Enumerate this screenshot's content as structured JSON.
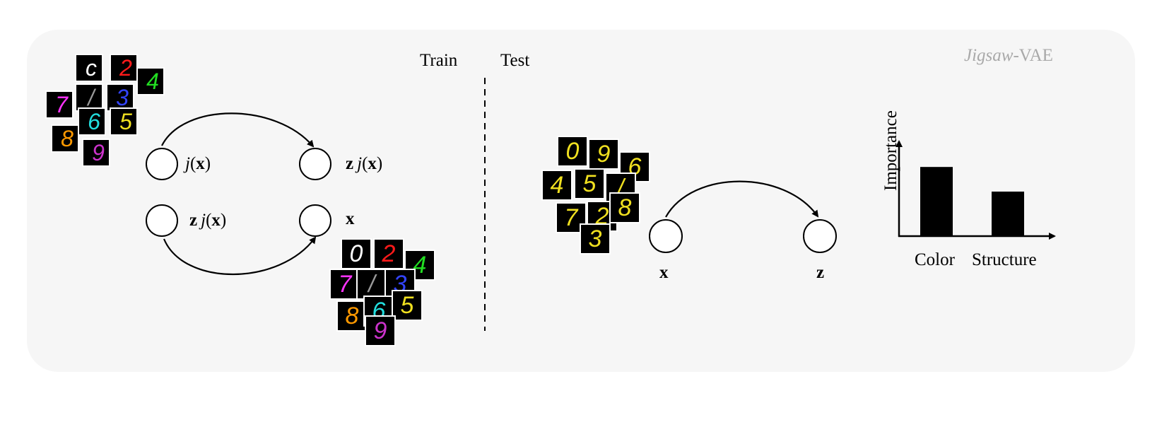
{
  "title": {
    "italic_part": "Jigsaw",
    "rest": "-VAE"
  },
  "sections": {
    "train": "Train",
    "test": "Test"
  },
  "train_nodes": [
    {
      "id": "jx",
      "italic": "j",
      "paren_open": "(",
      "bold": "x",
      "paren_close": ")"
    },
    {
      "id": "zjx_top",
      "bold_z": "z",
      "italic": "j",
      "paren_open": "(",
      "bold": "x",
      "paren_close": ")"
    },
    {
      "id": "zjx_bottom",
      "bold_z": "z",
      "italic": "j",
      "paren_open": "(",
      "bold": "x",
      "paren_close": ")"
    },
    {
      "id": "x",
      "bold": "x"
    }
  ],
  "test_nodes": [
    {
      "id": "x",
      "bold": "x"
    },
    {
      "id": "z",
      "bold": "z"
    }
  ],
  "scrambled_tiles": [
    {
      "glyph": "c",
      "color": "#ffffff"
    },
    {
      "glyph": "2",
      "color": "#ff1a1a"
    },
    {
      "glyph": "4",
      "color": "#22dd22"
    },
    {
      "glyph": "7",
      "color": "#ff33ff"
    },
    {
      "glyph": "/",
      "color": "#9a9a9a"
    },
    {
      "glyph": "3",
      "color": "#3344ff"
    },
    {
      "glyph": "6",
      "color": "#22dddd"
    },
    {
      "glyph": "5",
      "color": "#f0e020"
    },
    {
      "glyph": "8",
      "color": "#ff9900"
    },
    {
      "glyph": "9",
      "color": "#cc33cc"
    }
  ],
  "colored_digits": [
    {
      "glyph": "0",
      "color": "#ffffff"
    },
    {
      "glyph": "2",
      "color": "#ff1a1a"
    },
    {
      "glyph": "4",
      "color": "#22dd22"
    },
    {
      "glyph": "7",
      "color": "#ff33ff"
    },
    {
      "glyph": "/",
      "color": "#9a9a9a"
    },
    {
      "glyph": "3",
      "color": "#3344ff"
    },
    {
      "glyph": "8",
      "color": "#ff9900"
    },
    {
      "glyph": "6",
      "color": "#22dddd"
    },
    {
      "glyph": "5",
      "color": "#f0e020"
    },
    {
      "glyph": "9",
      "color": "#cc33cc"
    }
  ],
  "test_digits": {
    "color": "#f0e020",
    "glyphs": [
      "0",
      "9",
      "6",
      "4",
      "5",
      "/",
      "7",
      "2",
      "8",
      "3"
    ]
  },
  "importance_chart": {
    "type": "bar",
    "ylabel": "Importance",
    "categories": [
      "Color",
      "Structure"
    ],
    "values": [
      0.73,
      0.47
    ],
    "ylim": [
      0,
      1
    ],
    "bar_color": "#000000"
  },
  "colors": {
    "panel_bg": "#f6f6f6",
    "title_gray": "#a9a9a9"
  }
}
